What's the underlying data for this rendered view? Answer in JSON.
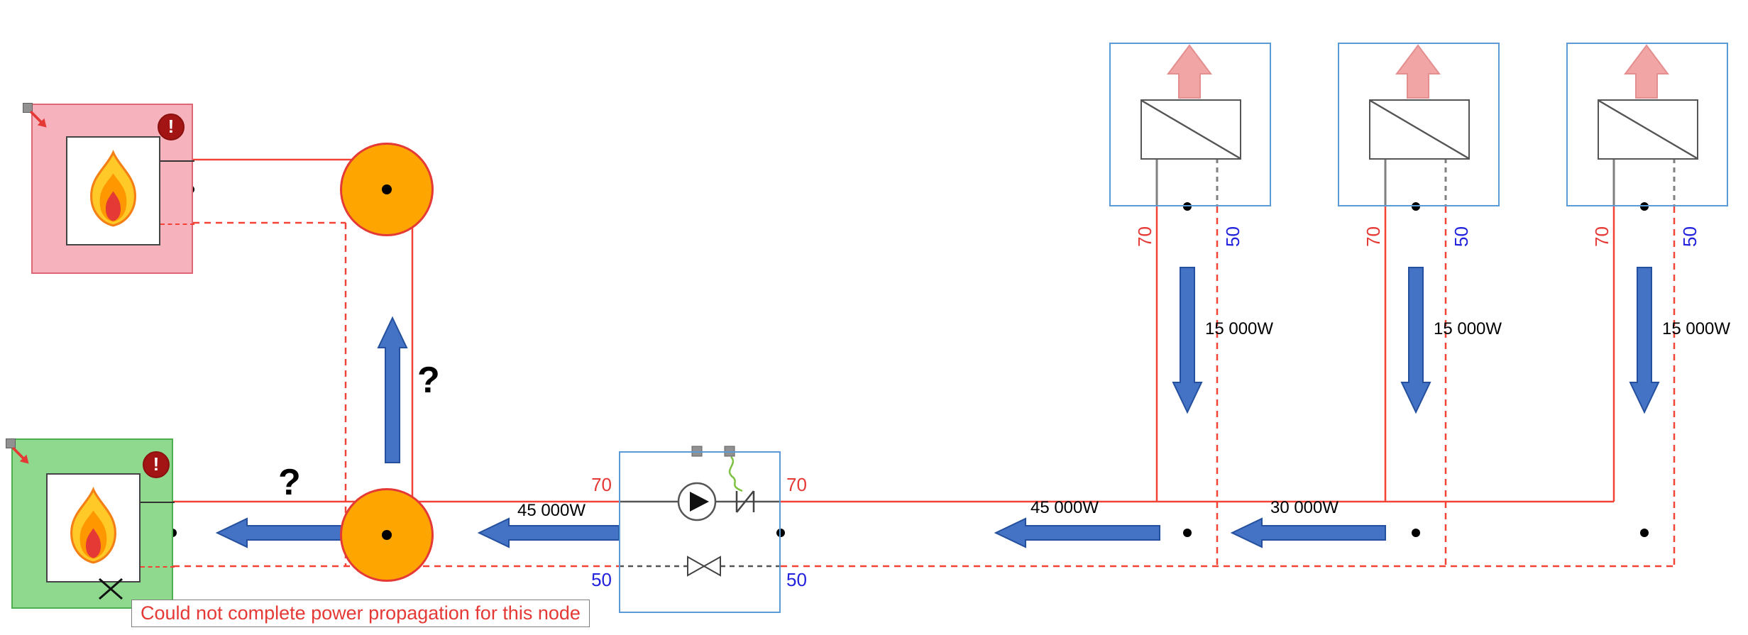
{
  "tooltip": {
    "text": "Could not complete power propagation for this node"
  },
  "boilers": {
    "top": {
      "badge": "!"
    },
    "bottom": {
      "badge": "!"
    }
  },
  "pump": {
    "supply_in_temp": "70",
    "supply_out_temp": "70",
    "return_in_temp": "50",
    "return_out_temp": "50"
  },
  "radiators": [
    {
      "supply_temp": "70",
      "return_temp": "50",
      "power": "15 000W"
    },
    {
      "supply_temp": "70",
      "return_temp": "50",
      "power": "15 000W"
    },
    {
      "supply_temp": "70",
      "return_temp": "50",
      "power": "15 000W"
    }
  ],
  "flows": {
    "into_pump": "45 000W",
    "main_segment_1": "45 000W",
    "main_segment_2": "30 000W",
    "riser_unknown": "?",
    "to_bottom_boiler_unknown": "?"
  },
  "colors": {
    "pipe_red": "#f44336",
    "temp_supply_text": "#e53935",
    "temp_return_text": "#2222dd",
    "flow_arrow": "#4472c4",
    "heat_arrow": "#f2a5a5",
    "junction_node": "#ffa500",
    "boiler_top_bg": "#f7b3bd",
    "boiler_bottom_bg": "#8fd98f",
    "component_border": "#5b9bd5",
    "error_badge": "#a31515",
    "tooltip_text": "#e53935"
  }
}
